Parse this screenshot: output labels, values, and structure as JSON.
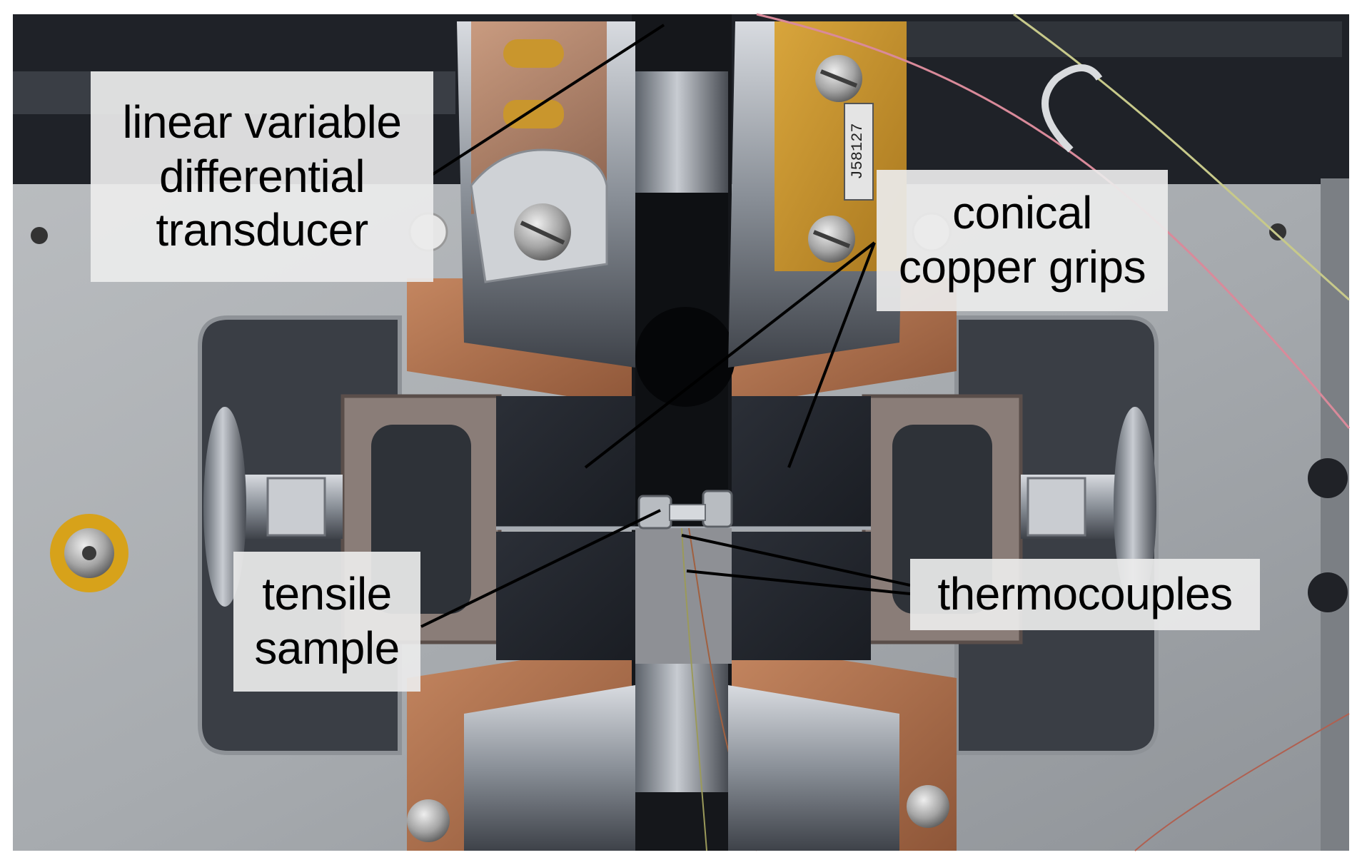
{
  "figure": {
    "labels": {
      "lvdt": [
        "linear variable",
        "differential",
        "transducer"
      ],
      "grips": [
        "conical",
        "copper grips"
      ],
      "sample": [
        "tensile",
        "sample"
      ],
      "thermocouples": [
        "thermocouples"
      ]
    },
    "serial_plate": "J58127"
  }
}
